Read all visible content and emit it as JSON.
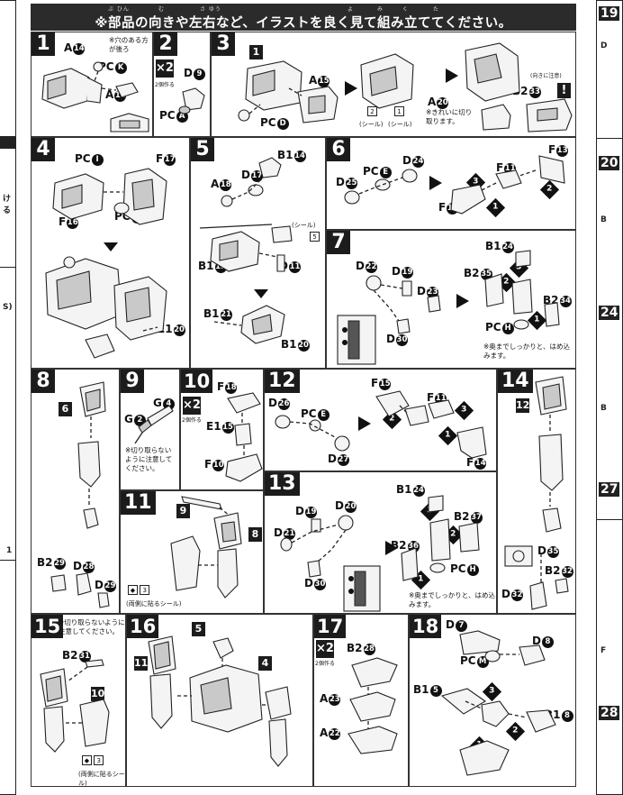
{
  "header": {
    "title": "※部品の向きや左右など、イラストを良く見て組み立ててください。",
    "ruby": [
      "ぶ ひん",
      "む",
      "さ ゆう",
      "よ",
      "み",
      "く",
      "た"
    ]
  },
  "edges": {
    "left": {
      "texts": [
        "ける",
        "S)",
        "1"
      ]
    },
    "right": {
      "numbers": [
        "19",
        "20",
        "24",
        "27",
        "28"
      ],
      "texts": [
        "D",
        "B",
        "B",
        "F"
      ]
    }
  },
  "steps": [
    {
      "num": "1",
      "labels": [
        "A",
        "PC",
        "A"
      ],
      "circles": [
        "14",
        "K",
        "16"
      ],
      "note": "※穴のある方が後ろ"
    },
    {
      "num": "2",
      "multi": "×2",
      "multi_note": "2個作る",
      "labels": [
        "D",
        "PC"
      ],
      "circles": [
        "9",
        "A"
      ]
    },
    {
      "num": "3",
      "labels": [
        "A",
        "PC",
        "A",
        "B2"
      ],
      "circles": [
        "15",
        "D",
        "20",
        "33"
      ],
      "sub": "1",
      "note1": "※きれいに切り取ります。",
      "note2": "(向きに注意)",
      "sticker1": "2",
      "sticker2": "1",
      "sticker_caption": "(シール)"
    },
    {
      "num": "4",
      "labels": [
        "PC",
        "F",
        "F",
        "PC",
        "E1"
      ],
      "circles": [
        "I",
        "17",
        "16",
        "I",
        "20"
      ]
    },
    {
      "num": "5",
      "labels": [
        "B1",
        "A",
        "D",
        "B1",
        "D",
        "B1",
        "B1"
      ],
      "circles": [
        "14",
        "18",
        "17",
        "15",
        "11",
        "21",
        "20"
      ],
      "sticker_caption": "(シール)",
      "sticker": "5"
    },
    {
      "num": "6",
      "labels": [
        "D",
        "PC",
        "D",
        "F",
        "F",
        "F"
      ],
      "circles": [
        "24",
        "E",
        "25",
        "13",
        "11",
        "12"
      ],
      "orders": [
        "1",
        "2",
        "3"
      ]
    },
    {
      "num": "7",
      "labels": [
        "D",
        "D",
        "D",
        "D",
        "B1",
        "B2",
        "B2",
        "PC"
      ],
      "circles": [
        "22",
        "19",
        "23",
        "30",
        "24",
        "35",
        "34",
        "H"
      ],
      "orders": [
        "1",
        "2",
        "3"
      ],
      "note": "※奥までしっかりと、はめ込みます。"
    },
    {
      "num": "8",
      "labels": [
        "B2",
        "D",
        "D"
      ],
      "circles": [
        "29",
        "28",
        "29"
      ],
      "subs": [
        "6"
      ]
    },
    {
      "num": "9",
      "labels": [
        "G",
        "G"
      ],
      "circles": [
        "4",
        "2"
      ],
      "note": "※切り取らないように注意してください。"
    },
    {
      "num": "10",
      "multi": "×2",
      "multi_note": "2個作る",
      "labels": [
        "F",
        "E1",
        "F"
      ],
      "circles": [
        "18",
        "15",
        "10"
      ]
    },
    {
      "num": "11",
      "subs": [
        "9",
        "8"
      ],
      "sticker": "3",
      "sticker_caption": "(両側に貼るシール)"
    },
    {
      "num": "12",
      "labels": [
        "D",
        "PC",
        "D",
        "F",
        "F",
        "F"
      ],
      "circles": [
        "26",
        "E",
        "27",
        "15",
        "11",
        "14"
      ],
      "orders": [
        "1",
        "2",
        "3"
      ]
    },
    {
      "num": "13",
      "labels": [
        "D",
        "D",
        "D",
        "D",
        "B1",
        "B2",
        "B2",
        "PC"
      ],
      "circles": [
        "19",
        "20",
        "21",
        "30",
        "24",
        "37",
        "36",
        "H"
      ],
      "orders": [
        "1",
        "2",
        "3"
      ],
      "note": "※奥までしっかりと、はめ込みます。"
    },
    {
      "num": "14",
      "labels": [
        "D",
        "B2",
        "D"
      ],
      "circles": [
        "35",
        "32",
        "32"
      ],
      "subs": [
        "12"
      ]
    },
    {
      "num": "15",
      "labels": [
        "B2"
      ],
      "circles": [
        "31"
      ],
      "subs": [
        "10"
      ],
      "note": "※切り取らないように注意してください。",
      "sticker": "3",
      "sticker_caption": "(両側に貼るシール)"
    },
    {
      "num": "16",
      "subs": [
        "11",
        "5",
        "4"
      ]
    },
    {
      "num": "17",
      "multi": "×2",
      "multi_note": "2個作る",
      "labels": [
        "B2",
        "A",
        "A"
      ],
      "circles": [
        "28",
        "23",
        "22"
      ]
    },
    {
      "num": "18",
      "labels": [
        "D",
        "D",
        "PC",
        "B1",
        "B1"
      ],
      "circles": [
        "7",
        "8",
        "M",
        "5",
        "8"
      ],
      "orders": [
        "1",
        "2",
        "3"
      ]
    }
  ]
}
